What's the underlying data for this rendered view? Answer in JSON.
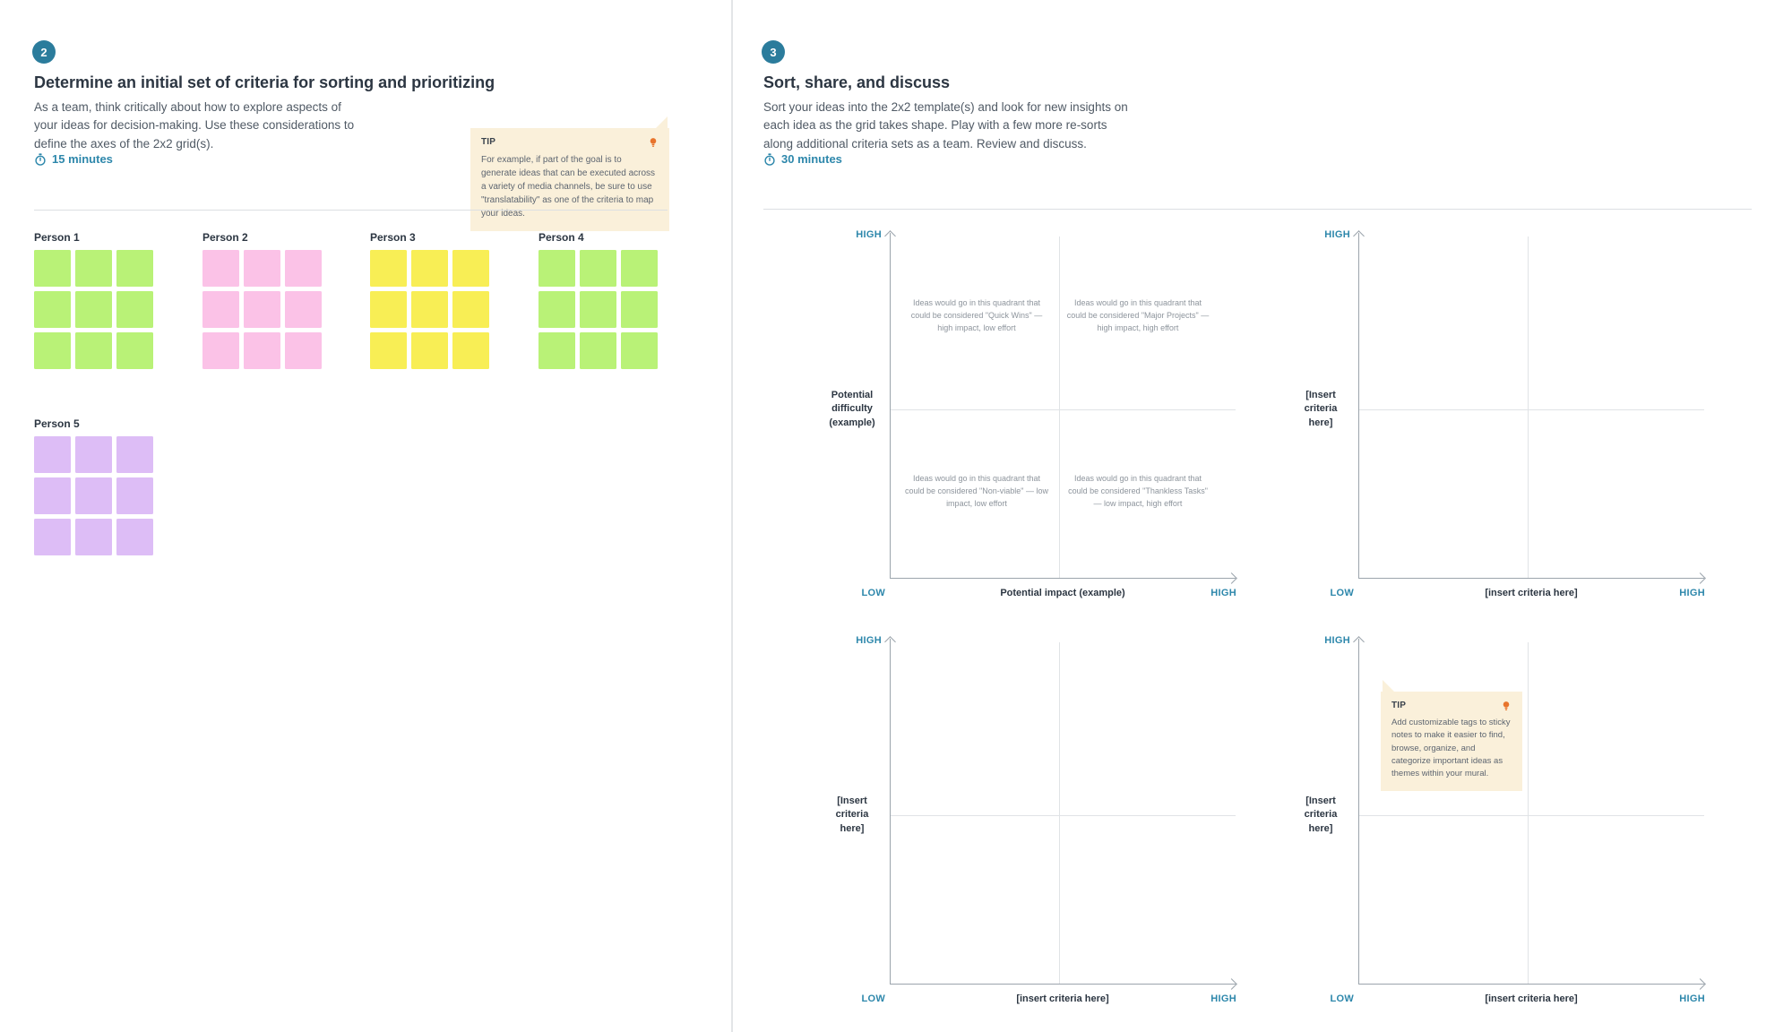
{
  "colors": {
    "accent_teal": "#2d87ab",
    "badge_teal": "#2b7c9c",
    "tip_background": "#faf0da",
    "lightbulb_orange": "#e8742c"
  },
  "left": {
    "step_number": "2",
    "title": "Determine an initial set of criteria for sorting and prioritizing",
    "description": "As a team, think critically about how to explore aspects of your ideas for decision-making. Use these considerations to define the axes of the 2x2 grid(s).",
    "duration": "15 minutes",
    "tip": {
      "label": "TIP",
      "text": "For example, if part of the goal is to generate ideas that can be executed across a variety of media channels, be sure to use \"translatability\" as one of the criteria to map your ideas."
    },
    "notes_per_person": 9,
    "persons": [
      {
        "label": "Person 1",
        "color": "#b9f277"
      },
      {
        "label": "Person 2",
        "color": "#fbc2e7"
      },
      {
        "label": "Person 3",
        "color": "#f8ee55"
      },
      {
        "label": "Person 4",
        "color": "#b9f277"
      },
      {
        "label": "Person 5",
        "color": "#ddbdf6"
      }
    ]
  },
  "right": {
    "step_number": "3",
    "title": "Sort, share, and discuss",
    "description": "Sort your ideas into the 2x2 template(s) and look for new insights on each idea as the grid takes shape. Play with a few more re-sorts along additional criteria sets as a team. Review and discuss.",
    "duration": "30 minutes",
    "tip": {
      "label": "TIP",
      "text": "Add customizable tags to sticky notes to make it easier to find, browse, organize, and categorize important ideas as themes within your mural."
    },
    "grids": [
      {
        "high_top": "HIGH",
        "low": "LOW",
        "high_right": "HIGH",
        "y_axis_label": "Potential difficulty (example)",
        "x_axis_label": "Potential impact (example)",
        "quadrants": [
          "Ideas would go in this quadrant that could be considered \"Quick Wins\" — high impact, low effort",
          "Ideas would go in this quadrant that could be considered \"Major Projects\" — high impact, high effort",
          "Ideas would go in this quadrant that could be considered \"Non-viable\" — low impact, low effort",
          "Ideas would go in this quadrant that could be considered \"Thankless Tasks\" — low impact, high effort"
        ]
      },
      {
        "high_top": "HIGH",
        "low": "LOW",
        "high_right": "HIGH",
        "y_axis_label": "[Insert criteria here]",
        "x_axis_label": "[insert criteria here]"
      },
      {
        "high_top": "HIGH",
        "low": "LOW",
        "high_right": "HIGH",
        "y_axis_label": "[Insert criteria here]",
        "x_axis_label": "[insert criteria here]"
      },
      {
        "high_top": "HIGH",
        "low": "LOW",
        "high_right": "HIGH",
        "y_axis_label": "[Insert criteria here]",
        "x_axis_label": "[insert criteria here]"
      }
    ]
  }
}
